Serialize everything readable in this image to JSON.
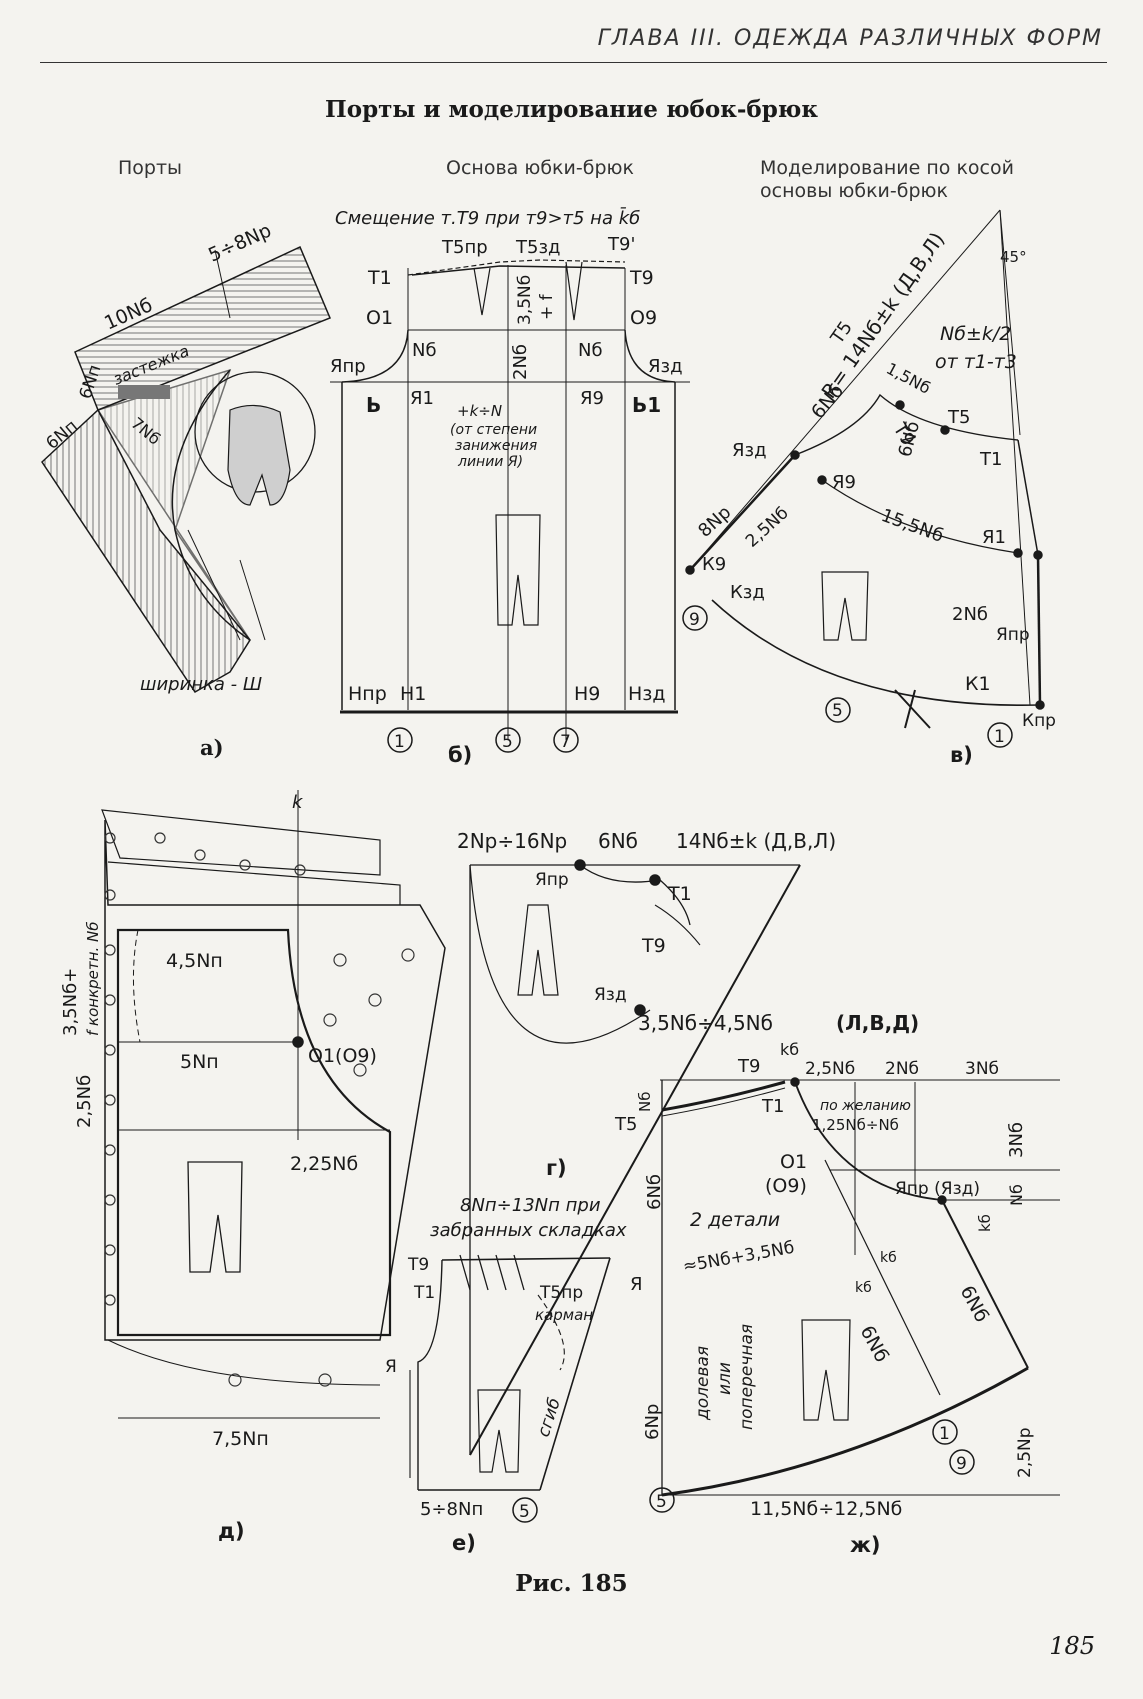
{
  "header": {
    "chapter": "ГЛАВА III. ОДЕЖДА РАЗЛИЧНЫХ ФОРМ"
  },
  "title": "Порты и моделирование юбок-брюк",
  "captions": {
    "a": "Порты",
    "b": "Основа юбки-брюк",
    "v1": "Моделирование по косой",
    "v2": "основы юбки-брюк"
  },
  "panel_letters": {
    "a": "а)",
    "b": "б)",
    "v": "в)",
    "g": "г)",
    "d": "д)",
    "e": "е)",
    "zh": "ж)"
  },
  "labels_a": {
    "l1": "10Nб",
    "l2": "5÷8Nр",
    "l3": "6Nп",
    "l4": "6Nп",
    "l5": "застежка",
    "l6": "7Nб",
    "l7": "ширинка - Ш"
  },
  "labels_b": {
    "note": "Смещение т.Т9 при т9>т5 на k̄б",
    "t5pr": "Т5пр",
    "t5zd": "Т5зд",
    "t9p": "Т9'",
    "t1": "Т1",
    "t9": "Т9",
    "o1": "О1",
    "o9": "О9",
    "nb1": "Nб",
    "nb2": "2Nб",
    "nb3": "Nб",
    "v35": "3,5Nб",
    "vf": "+ f",
    "yapr": "Япр",
    "yazd": "Язд",
    "b": "Ь",
    "b1": "Ь1",
    "ya1": "Я1",
    "ya9": "Я9",
    "n1": "+k÷N",
    "n2": "(от степени",
    "n3": "занижения",
    "n4": "линии Я)",
    "hpr": "Нпр",
    "h1": "Н1",
    "h9": "Н9",
    "hzd": "Нзд",
    "c1": "1",
    "c5": "5",
    "c7": "7"
  },
  "labels_v": {
    "r": "R= 14Nб±k (Д,В,Л)",
    "t5": "Т5",
    "deg": "45°",
    "nbk": "Nб±k/2",
    "from": "от т1-т3",
    "n6": "6Nб",
    "n15": "1,5Nб",
    "t9": "Т9",
    "t5b": "Т5",
    "t1": "Т1",
    "n6b": "6Nб",
    "yazd": "Язд",
    "ya9": "Я9",
    "n8": "8Nр",
    "n25": "2,5Nб",
    "n155": "15,5Nб",
    "ya1": "Я1",
    "k9": "К9",
    "kzd": "Кзд",
    "n2": "2Nб",
    "yapr": "Япр",
    "k1": "К1",
    "kpr": "Кпр",
    "c9": "9",
    "c5": "5",
    "c1": "1"
  },
  "labels_g": {
    "top1": "2Nр÷16Nр",
    "top2": "6Nб",
    "top3": "14Nб±k (Д,В,Л)",
    "yapr": "Япр",
    "t1": "Т1",
    "t9": "Т9",
    "yazd": "Язд"
  },
  "labels_d": {
    "k": "k",
    "a1": "4,5Nп",
    "a2": "5Nп",
    "o19": "О1(О9)",
    "a3": "2,25Nб",
    "v1": "3,5Nб+",
    "v2": "f конкретн. Nб",
    "v3": "2,5Nб",
    "w": "7,5Nп"
  },
  "labels_e": {
    "t1": "8Nп÷13Nп при",
    "t2": "забранных складках",
    "t9": "Т9",
    "t1b": "Т1",
    "ya": "Я",
    "t5pr": "Т5пр",
    "pocket": "карман",
    "fold": "сгиб",
    "bottom": "5÷8Nп",
    "c5": "5"
  },
  "labels_zh": {
    "top1": "3,5Nб÷4,5Nб",
    "top2": "(Л,В,Д)",
    "kb": "kб",
    "t9": "Т9",
    "d1": "2,5Nб",
    "d2": "2Nб",
    "d3": "3Nб",
    "t1": "Т1",
    "want1": "по желанию",
    "want2": "1,25Nб÷Nб",
    "t5": "Т5",
    "nb": "Nб",
    "v6": "6Nб",
    "n3": "3Nб",
    "o1": "О1",
    "o9": "(О9)",
    "yap": "Япр (Язд)",
    "nb2": "Nб",
    "kb2": "kб",
    "det": "2 детали",
    "apx": "≈5Nб+3,5Nб",
    "kb3": "kб",
    "kb4": "kб",
    "ya": "Я",
    "dol1": "долевая",
    "dol2": "или",
    "dol3": "поперечная",
    "n6r": "6Nр",
    "n6b1": "6Nб",
    "n6b2": "6Nб",
    "c1": "1",
    "n25r": "2,5Nр",
    "c9": "9",
    "c5": "5",
    "bottom": "11,5Nб÷12,5Nб"
  },
  "figure_caption": "Рис. 185",
  "page_number": "185"
}
